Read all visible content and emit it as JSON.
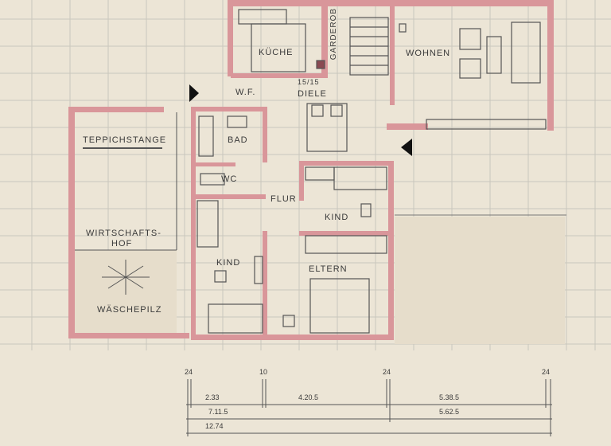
{
  "drawing": {
    "type": "architectural floor plan",
    "colors": {
      "paper": "#ece5d6",
      "grid": "#c9c6bd",
      "wall": "#d9969a",
      "wall_dark": "#b86f76",
      "line": "#4a4a4a"
    }
  },
  "rooms": {
    "kueche": "KÜCHE",
    "garderobe": "GARDEROB",
    "wohnen": "WOHNEN",
    "wf": "W.F.",
    "diele": "DIELE",
    "stair_note": "15/15",
    "bad": "BAD",
    "wc": "WC",
    "flur": "FLUR",
    "kind_1": "KIND",
    "kind_2": "KIND",
    "eltern": "ELTERN"
  },
  "outdoor": {
    "teppichstange": "TEPPICHSTANGE",
    "wirtschaftshof_1": "WIRTSCHAFTS-",
    "wirtschaftshof_2": "HOF",
    "waeschepilz": "WÄSCHEPILZ"
  },
  "dimensions": {
    "wall_marks": [
      "24",
      "10",
      "24",
      "24"
    ],
    "row1": [
      "2.33",
      "4.20.5",
      "5.38.5"
    ],
    "row2": [
      "7.11.5",
      "5.62.5"
    ],
    "row3": [
      "12.74"
    ]
  }
}
